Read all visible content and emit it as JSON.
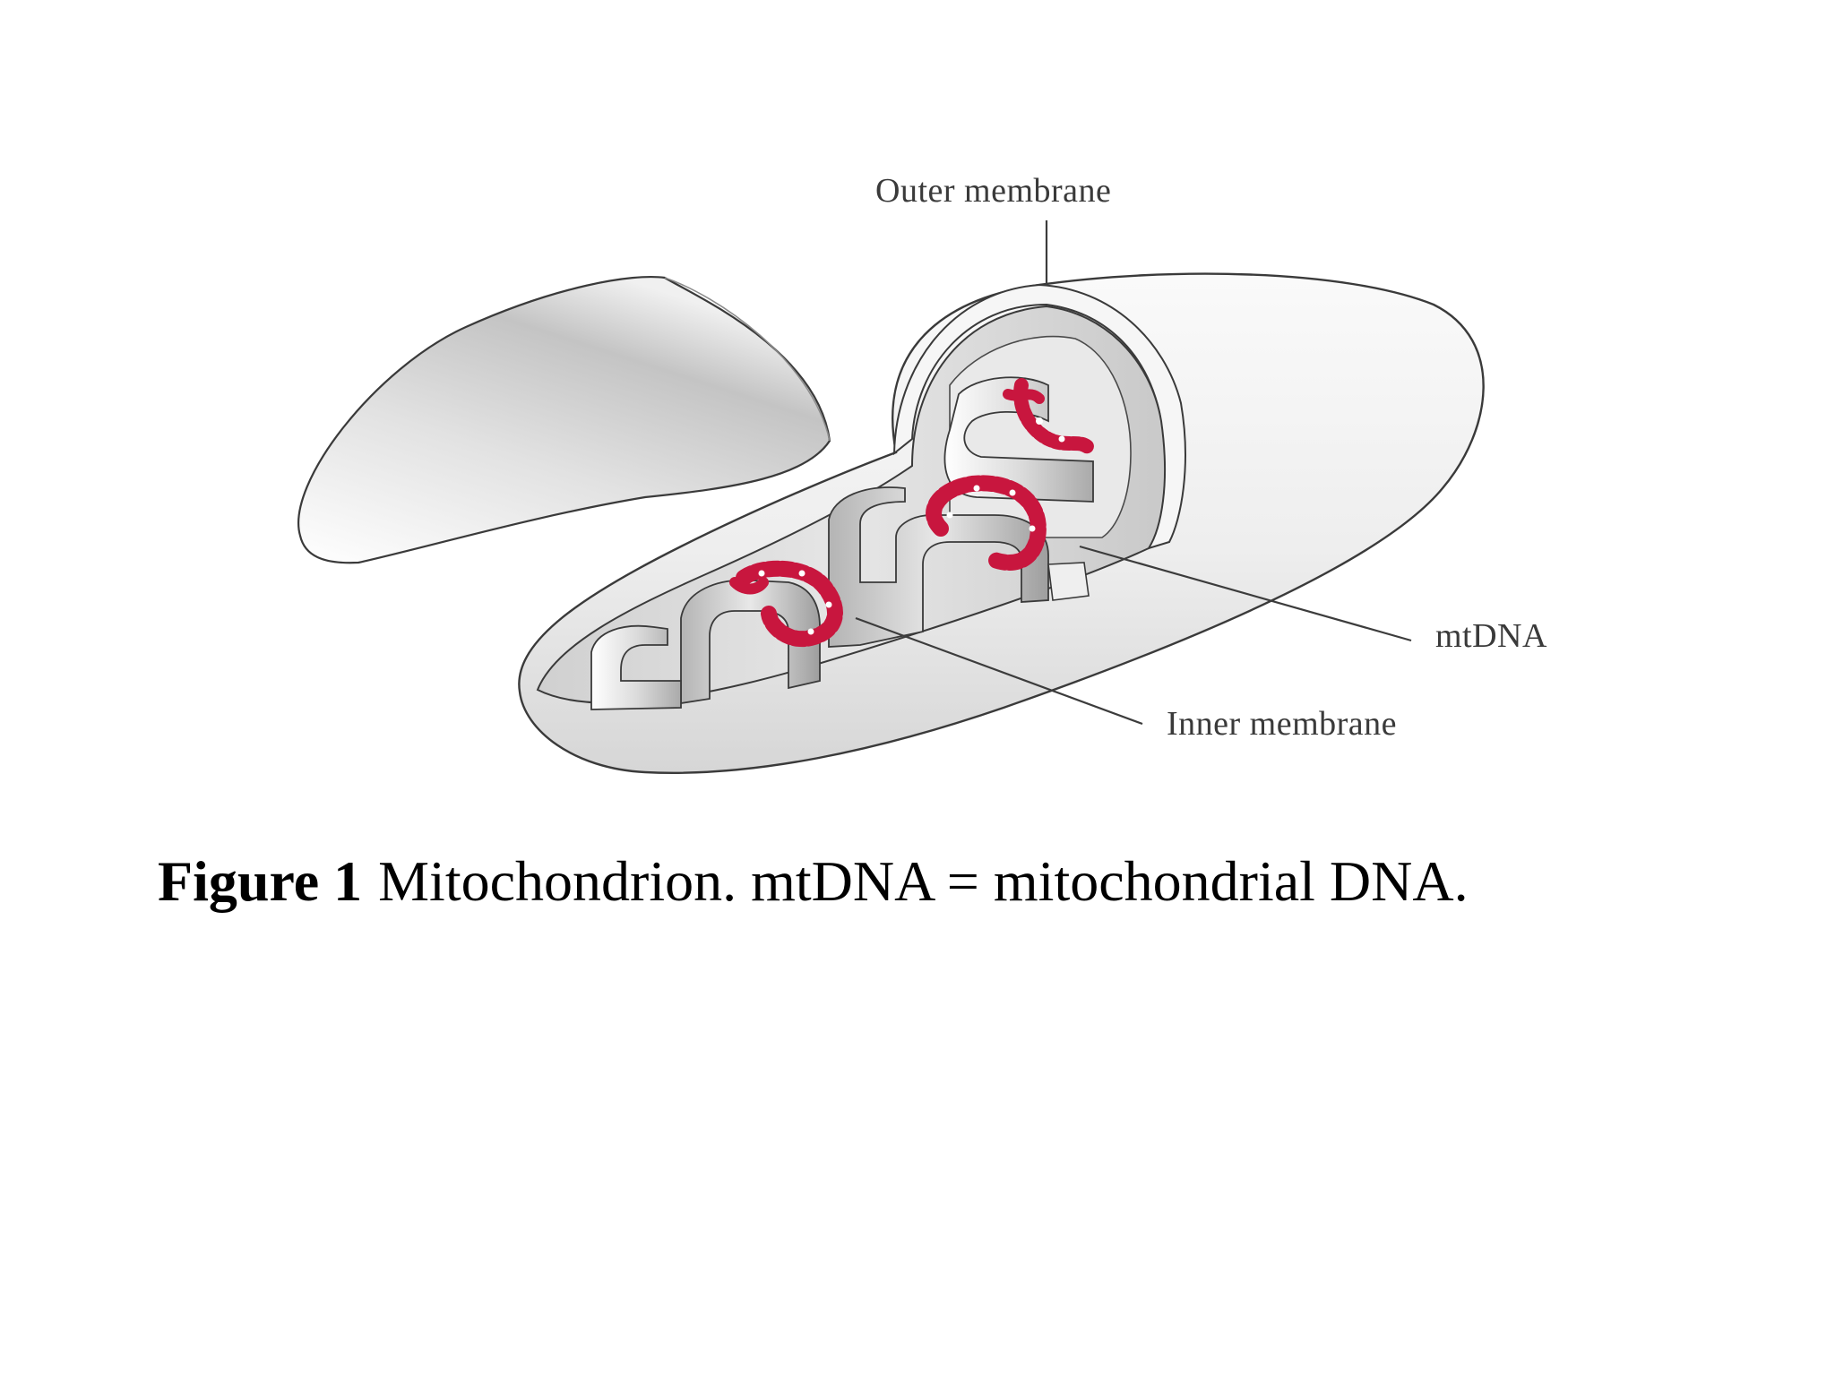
{
  "labels": {
    "outer_membrane": "Outer membrane",
    "mtdna": "mtDNA",
    "inner_membrane": "Inner membrane"
  },
  "caption": {
    "figure_label": "Figure  1",
    "text": "Mitochondrion. mtDNA = mitochondrial DNA."
  },
  "colors": {
    "mtdna": "#c8163e",
    "membrane_light": "#f4f4f4",
    "membrane_dark": "#b9b9b9",
    "outline": "#3a3a3a"
  }
}
